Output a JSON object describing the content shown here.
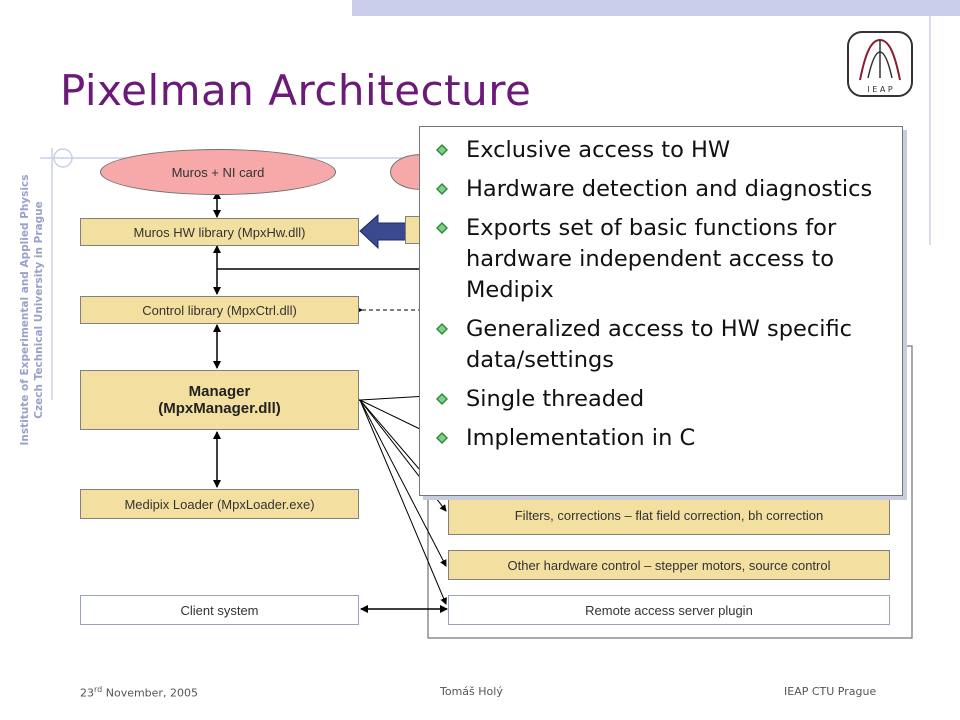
{
  "slide": {
    "title": "Pixelman Architecture",
    "institute_line1": "Institute of Experimental and Applied Physics",
    "institute_line2": "Czech Technical University in Prague",
    "logo_text": "I E A P"
  },
  "diagram": {
    "ellipse_muros": "Muros + NI card",
    "box_hw_library": "Muros HW library (MpxHw.dll)",
    "box_control": "Control library (MpxCtrl.dll)",
    "box_manager_line1": "Manager",
    "box_manager_line2": "(MpxManager.dll)",
    "box_loader": "Medipix Loader (MpxLoader.exe)",
    "box_client": "Client system",
    "plugin_filters": "Filters, corrections – flat field correction, bh correction",
    "plugin_other_hw": "Other hardware control – stepper motors, source control",
    "plugin_remote": "Remote access server plugin"
  },
  "popup": {
    "bullets": [
      "Exclusive access to HW",
      "Hardware  detection and diagnostics",
      "Exports set of basic functions for hardware independent access to Medipix",
      "Generalized access to HW specific data/settings",
      "Single threaded",
      "Implementation in C"
    ],
    "bullet_icon": "diamond-bullet-icon",
    "bullet_color": "#2e8b3a"
  },
  "footer": {
    "date_prefix": "23",
    "date_sup": "rd",
    "date_rest": " November, 2005",
    "author": "Tomáš Holý",
    "org": "IEAP  CTU Prague"
  },
  "colors": {
    "title": "#6b1a78",
    "box_fill": "#f3e0a0",
    "ellipse_fill": "#f7a9a9",
    "accent_bar": "#c9cfea"
  }
}
